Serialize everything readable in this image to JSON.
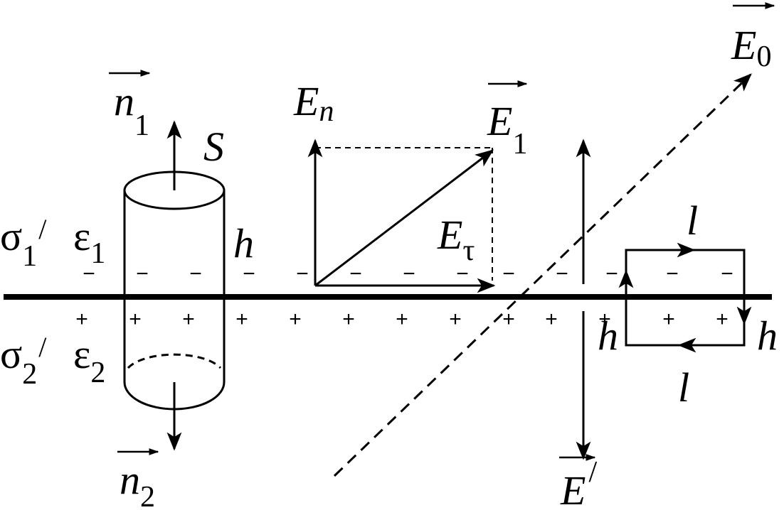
{
  "labels": {
    "E0": {
      "letter": "E",
      "sub": "0"
    },
    "n1": {
      "letter": "n",
      "sub": "1"
    },
    "n2": {
      "letter": "n",
      "sub": "2"
    },
    "S": "S",
    "En": {
      "letter": "E",
      "sub": "n"
    },
    "E1": {
      "letter": "E",
      "sub": "1"
    },
    "Etau": {
      "letter": "E",
      "sub": "τ"
    },
    "sigma1": {
      "letter": "σ",
      "sub": "1",
      "prime": "/"
    },
    "sigma2": {
      "letter": "σ",
      "sub": "2",
      "prime": "/"
    },
    "eps1": {
      "letter": "ε",
      "sub": "1"
    },
    "eps2": {
      "letter": "ε",
      "sub": "2"
    },
    "h_cyl": "h",
    "h_left": "h",
    "h_right": "h",
    "l_top": "l",
    "l_bottom": "l",
    "Eprime": {
      "letter": "E",
      "prime": "/"
    }
  },
  "signs": {
    "minus": "−",
    "plus": "+"
  }
}
